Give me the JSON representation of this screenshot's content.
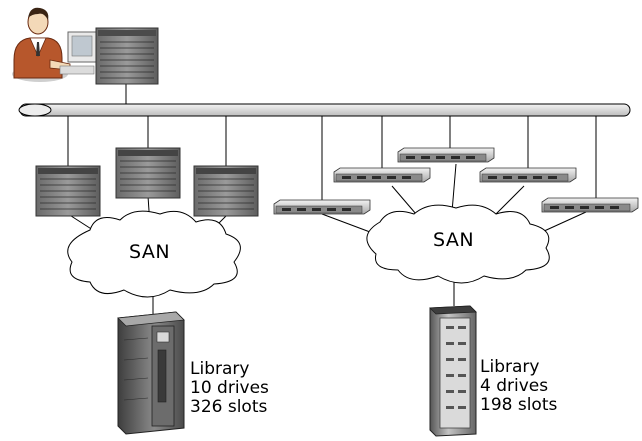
{
  "diagram": {
    "left_san": {
      "label": "SAN"
    },
    "right_san": {
      "label": "SAN"
    },
    "left_library": {
      "line1": "Library",
      "line2": "10 drives",
      "line3": "326 slots"
    },
    "right_library": {
      "line1": "Library",
      "line2": "4 drives",
      "line3": "198 slots"
    }
  },
  "icons": {
    "admin": "user-at-computer-icon",
    "network_bus": "network-backbone-pipe",
    "server": "rack-server-icon",
    "rack_1u": "1u-server-icon",
    "cloud": "san-cloud",
    "library_left": "tape-library-icon",
    "library_right": "tape-library-tower-icon"
  },
  "colors": {
    "line": "#000000",
    "bus_fill": "#e4e4e4",
    "server_dark": "#5a5a5a",
    "server_light": "#c9c9c9",
    "cloud_fill": "#ffffff"
  }
}
